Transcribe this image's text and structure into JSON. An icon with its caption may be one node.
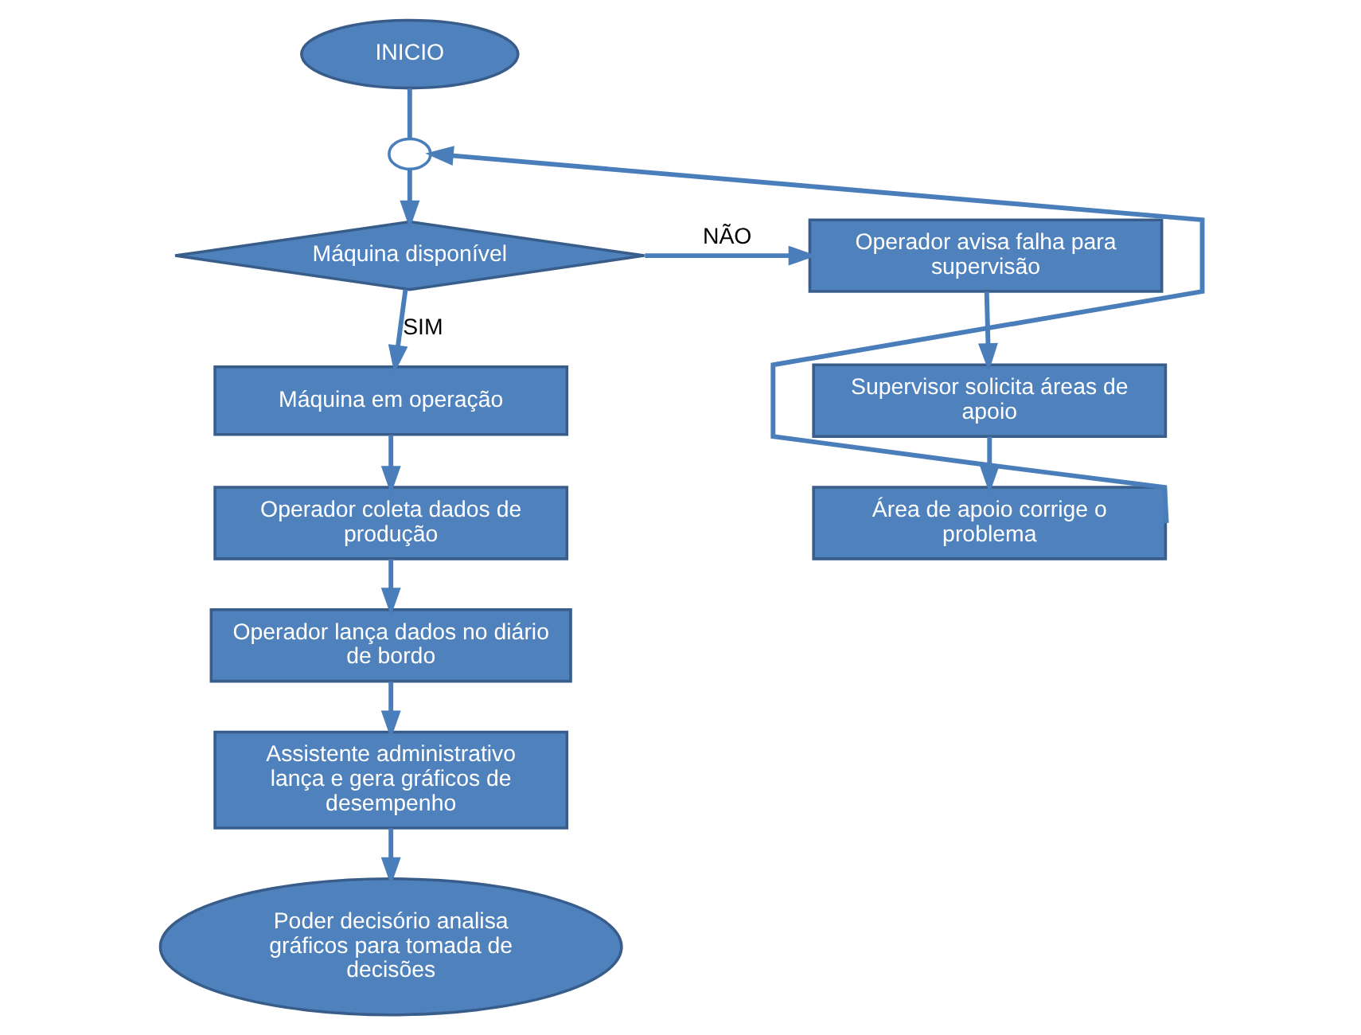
{
  "diagram": {
    "nodes": [
      {
        "text": [
          "INICIO"
        ]
      },
      {
        "text": [],
        "shape": "circle"
      },
      {
        "text": [
          "Máquina disponível"
        ]
      },
      {
        "text": [
          "Operador avisa falha para supervisão"
        ]
      },
      {
        "text": [
          "Supervisor solicita áreas de apoio"
        ]
      },
      {
        "text": [
          "Área de apoio corrige o problema"
        ]
      },
      {
        "text": [
          "Máquina em operação"
        ]
      },
      {
        "text": [
          "Operador coleta dados de produção"
        ]
      },
      {
        "text": [
          "Operador lança dados no diário de bordo"
        ]
      },
      {
        "text": [
          "Assistente administrativo lança e gera gráficos de desempenho"
        ]
      },
      {
        "text": [
          "Poder decisório analisa gráficos para tomada de decisões"
        ]
      }
    ],
    "edges": [
      {
        "from": 0,
        "to": 1,
        "arrow": "none"
      },
      {
        "from": 1,
        "to": 2,
        "arrow": "to"
      },
      {
        "from": 2,
        "to": 3,
        "arrow": "to",
        "label": "NÃO"
      },
      {
        "from": 3,
        "to": 4,
        "arrow": "to"
      },
      {
        "from": 4,
        "to": 5,
        "arrow": "to"
      },
      {
        "from": 5,
        "to": 1,
        "arrow": "to"
      },
      {
        "from": 2,
        "to": 6,
        "arrow": "to",
        "label": "SIM"
      },
      {
        "from": 6,
        "to": 7,
        "arrow": "to"
      },
      {
        "from": 7,
        "to": 8,
        "arrow": "to"
      },
      {
        "from": 8,
        "to": 9,
        "arrow": "to"
      },
      {
        "from": 9,
        "to": 10,
        "arrow": "to"
      }
    ]
  }
}
